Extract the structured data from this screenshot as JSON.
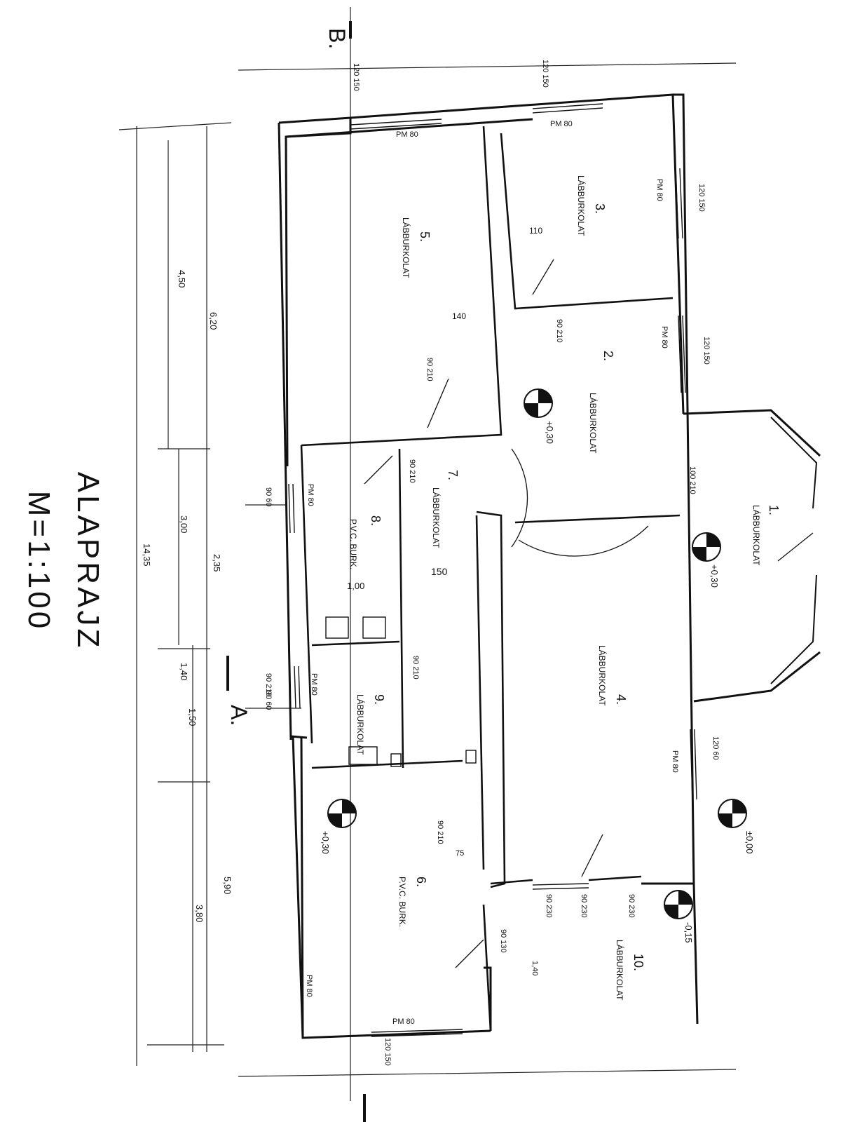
{
  "title": "ALAPRAJZ",
  "scale": "M=1:100",
  "sections": {
    "a": "A.",
    "b": "B."
  },
  "rooms": [
    {
      "id": "room-1",
      "number": "1.",
      "name": "LÁBBURKOLAT"
    },
    {
      "id": "room-2",
      "number": "2.",
      "name": "LÁBBURKOLAT"
    },
    {
      "id": "room-3",
      "number": "3.",
      "name": "LÁBBURKOLAT"
    },
    {
      "id": "room-4",
      "number": "4.",
      "name": "LÁBBURKOLAT"
    },
    {
      "id": "room-5",
      "number": "5.",
      "name": "LÁBBURKOLAT"
    },
    {
      "id": "room-6",
      "number": "6.",
      "name": "P.V.C. BURK."
    },
    {
      "id": "room-7",
      "number": "7.",
      "name": "LÁBBURKOLAT"
    },
    {
      "id": "room-8",
      "number": "8.",
      "name": "P.V.C. BURK."
    },
    {
      "id": "room-9",
      "number": "9.",
      "name": "LÁBBURKOLAT"
    },
    {
      "id": "room-10",
      "number": "10.",
      "name": "LÁBBURKOLAT"
    }
  ],
  "levels": [
    "+0,30",
    "+0,30",
    "+0,30",
    "±0,00",
    "-0,15"
  ],
  "overall_dims": [
    "14,35",
    "6,20",
    "4,50",
    "3,00",
    "2,35",
    "1,40",
    "1,50",
    "5,90",
    "3,80"
  ],
  "opening_labels": [
    "PM 80",
    "PM 80",
    "PM 80",
    "PM 80",
    "PM 80",
    "PM 80",
    "PM 80",
    "PM 80",
    "PM 80"
  ],
  "door_dims": [
    "90 210",
    "90 210",
    "90 210",
    "90 210",
    "90 210",
    "90 230",
    "90 230",
    "90 230",
    "90 210",
    "100 210"
  ],
  "window_dims": [
    "120 150",
    "120 150",
    "90 60",
    "90 60",
    "120 150",
    "120 60",
    "120 150",
    "120 150"
  ],
  "small_dims": [
    "110",
    "140",
    "150",
    "1,00",
    "75",
    "1,40",
    "90 130"
  ]
}
